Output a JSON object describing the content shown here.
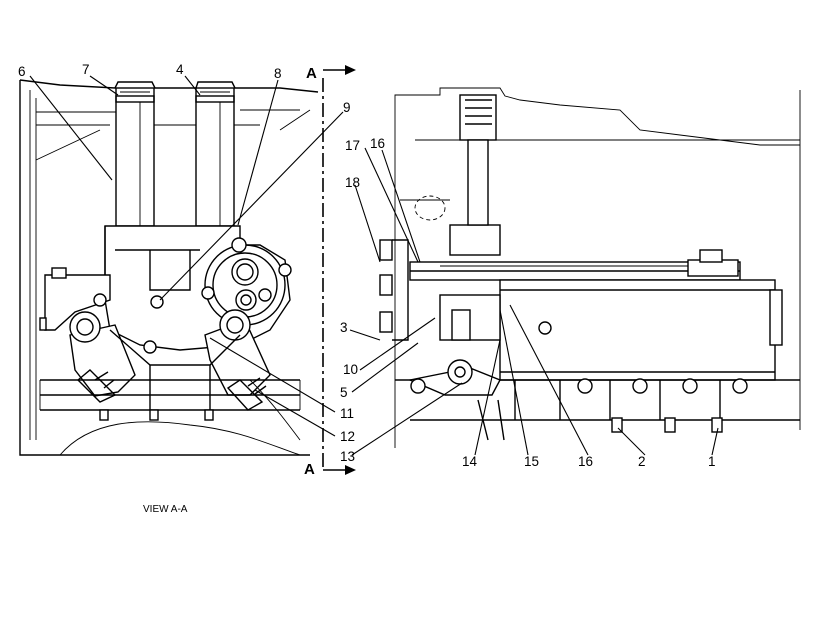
{
  "callouts": {
    "c1": "1",
    "c2": "2",
    "c3": "3",
    "c4": "4",
    "c5": "5",
    "c6": "6",
    "c7": "7",
    "c8": "8",
    "c9": "9",
    "c10": "10",
    "c11": "11",
    "c12": "12",
    "c13": "13",
    "c14": "14",
    "c15": "15",
    "c16a": "16",
    "c16b": "16",
    "c17": "17",
    "c18": "18"
  },
  "section": {
    "top": "A",
    "bottom": "A"
  },
  "caption": "VIEW A-A"
}
